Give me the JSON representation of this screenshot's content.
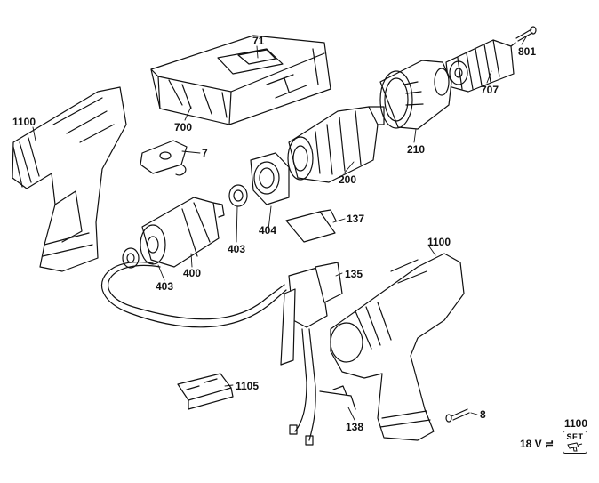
{
  "diagram": {
    "part_labels": {
      "p71": "71",
      "p801": "801",
      "p707": "707",
      "p1100_left": "1100",
      "p700": "700",
      "p7": "7",
      "p210": "210",
      "p200": "200",
      "p404": "404",
      "p137": "137",
      "p1100_right": "1100",
      "p403_a": "403",
      "p403_b": "403",
      "p400": "400",
      "p135": "135",
      "p1105": "1105",
      "p8": "8",
      "p138": "138",
      "p1100_set": "1100"
    },
    "footer": {
      "voltage": "18 V",
      "set_badge": "SET",
      "set_icon": "drill-kit-icon"
    }
  }
}
